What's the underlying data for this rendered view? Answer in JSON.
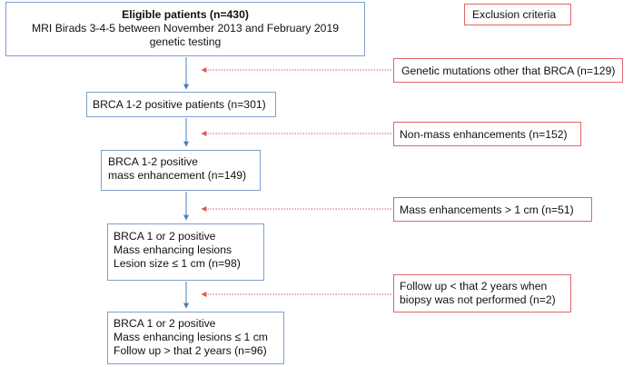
{
  "flow": {
    "eligible": {
      "title": "Eligible patients (n=430)",
      "line2": "MRI Birads 3-4-5 between November 2013 and February 2019",
      "line3": "genetic testing"
    },
    "step1": {
      "text": "BRCA 1-2 positive patients (n=301)"
    },
    "step2": {
      "line1": "BRCA 1-2 positive",
      "line2": "mass enhancement (n=149)"
    },
    "step3": {
      "line1": "BRCA 1 or 2 positive",
      "line2": "Mass enhancing lesions",
      "line3": "Lesion size ≤ 1 cm (n=98)"
    },
    "step4": {
      "line1": "BRCA 1 or 2 positive",
      "line2": "Mass enhancing lesions ≤ 1 cm",
      "line3": "Follow up > that 2 years (n=96)"
    }
  },
  "exclusion": {
    "header": "Exclusion criteria",
    "e1": "Genetic mutations other that BRCA (n=129)",
    "e2": "Non-mass enhancements (n=152)",
    "e3": "Mass enhancements > 1 cm (n=51)",
    "e4_line1": "Follow up < that 2 years when",
    "e4_line2": "biopsy was not performed (n=2)"
  },
  "colors": {
    "flow_border": "#7f9fcf",
    "flow_arrow": "#4a7ebb",
    "exclusion_border": "#e06666",
    "exclusion_arrow": "#e05555"
  }
}
